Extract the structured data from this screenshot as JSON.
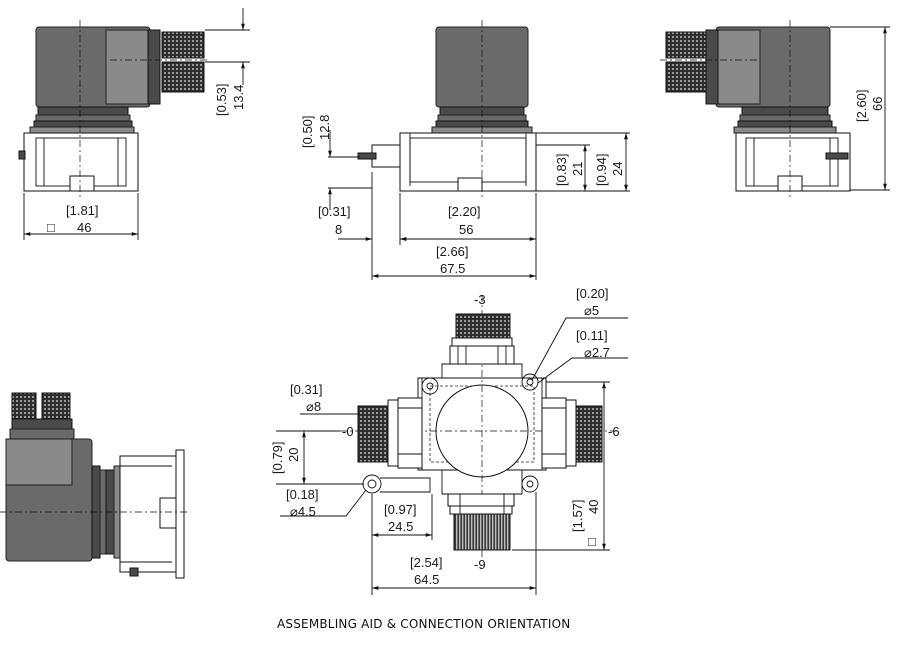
{
  "caption": "ASSEMBLING AID & CONNECTION ORIENTATION",
  "views": {
    "left": {
      "height_in": "[0.53]",
      "height_mm": "13.4",
      "width_in": "[1.81]",
      "width_mm": "46",
      "square_symbol": "□"
    },
    "front": {
      "pin_in": "[0.50]",
      "pin_mm": "12.8",
      "offset_in": "[0.31]",
      "offset_mm": "8",
      "body_in": "[2.20]",
      "body_mm": "56",
      "total_in": "[2.66]",
      "total_mm": "67.5",
      "h1_in": "[0.83]",
      "h1_mm": "21",
      "h2_in": "[0.94]",
      "h2_mm": "24"
    },
    "right": {
      "height_in": "[2.60]",
      "height_mm": "66"
    },
    "top": {
      "north_label": "-3",
      "west_label": "-0",
      "east_label": "-6",
      "south_label": "-9",
      "hole5_in": "[0.20]",
      "hole5_mm": "⌀5",
      "hole27_in": "[0.11]",
      "hole27_mm": "⌀2.7",
      "bore_in": "[0.31]",
      "bore_mm": "⌀8",
      "vert20_in": "[0.79]",
      "vert20_mm": "20",
      "hole45_in": "[0.18]",
      "hole45_mm": "⌀4.5",
      "h245_in": "[0.97]",
      "h245_mm": "24.5",
      "w645_in": "[2.54]",
      "w645_mm": "64.5",
      "v40_in": "[1.57]",
      "v40_mm": "40",
      "square_symbol": "□"
    }
  },
  "colors": {
    "body": "#6a6a6a",
    "base": "#ffffff",
    "line": "#111111"
  }
}
